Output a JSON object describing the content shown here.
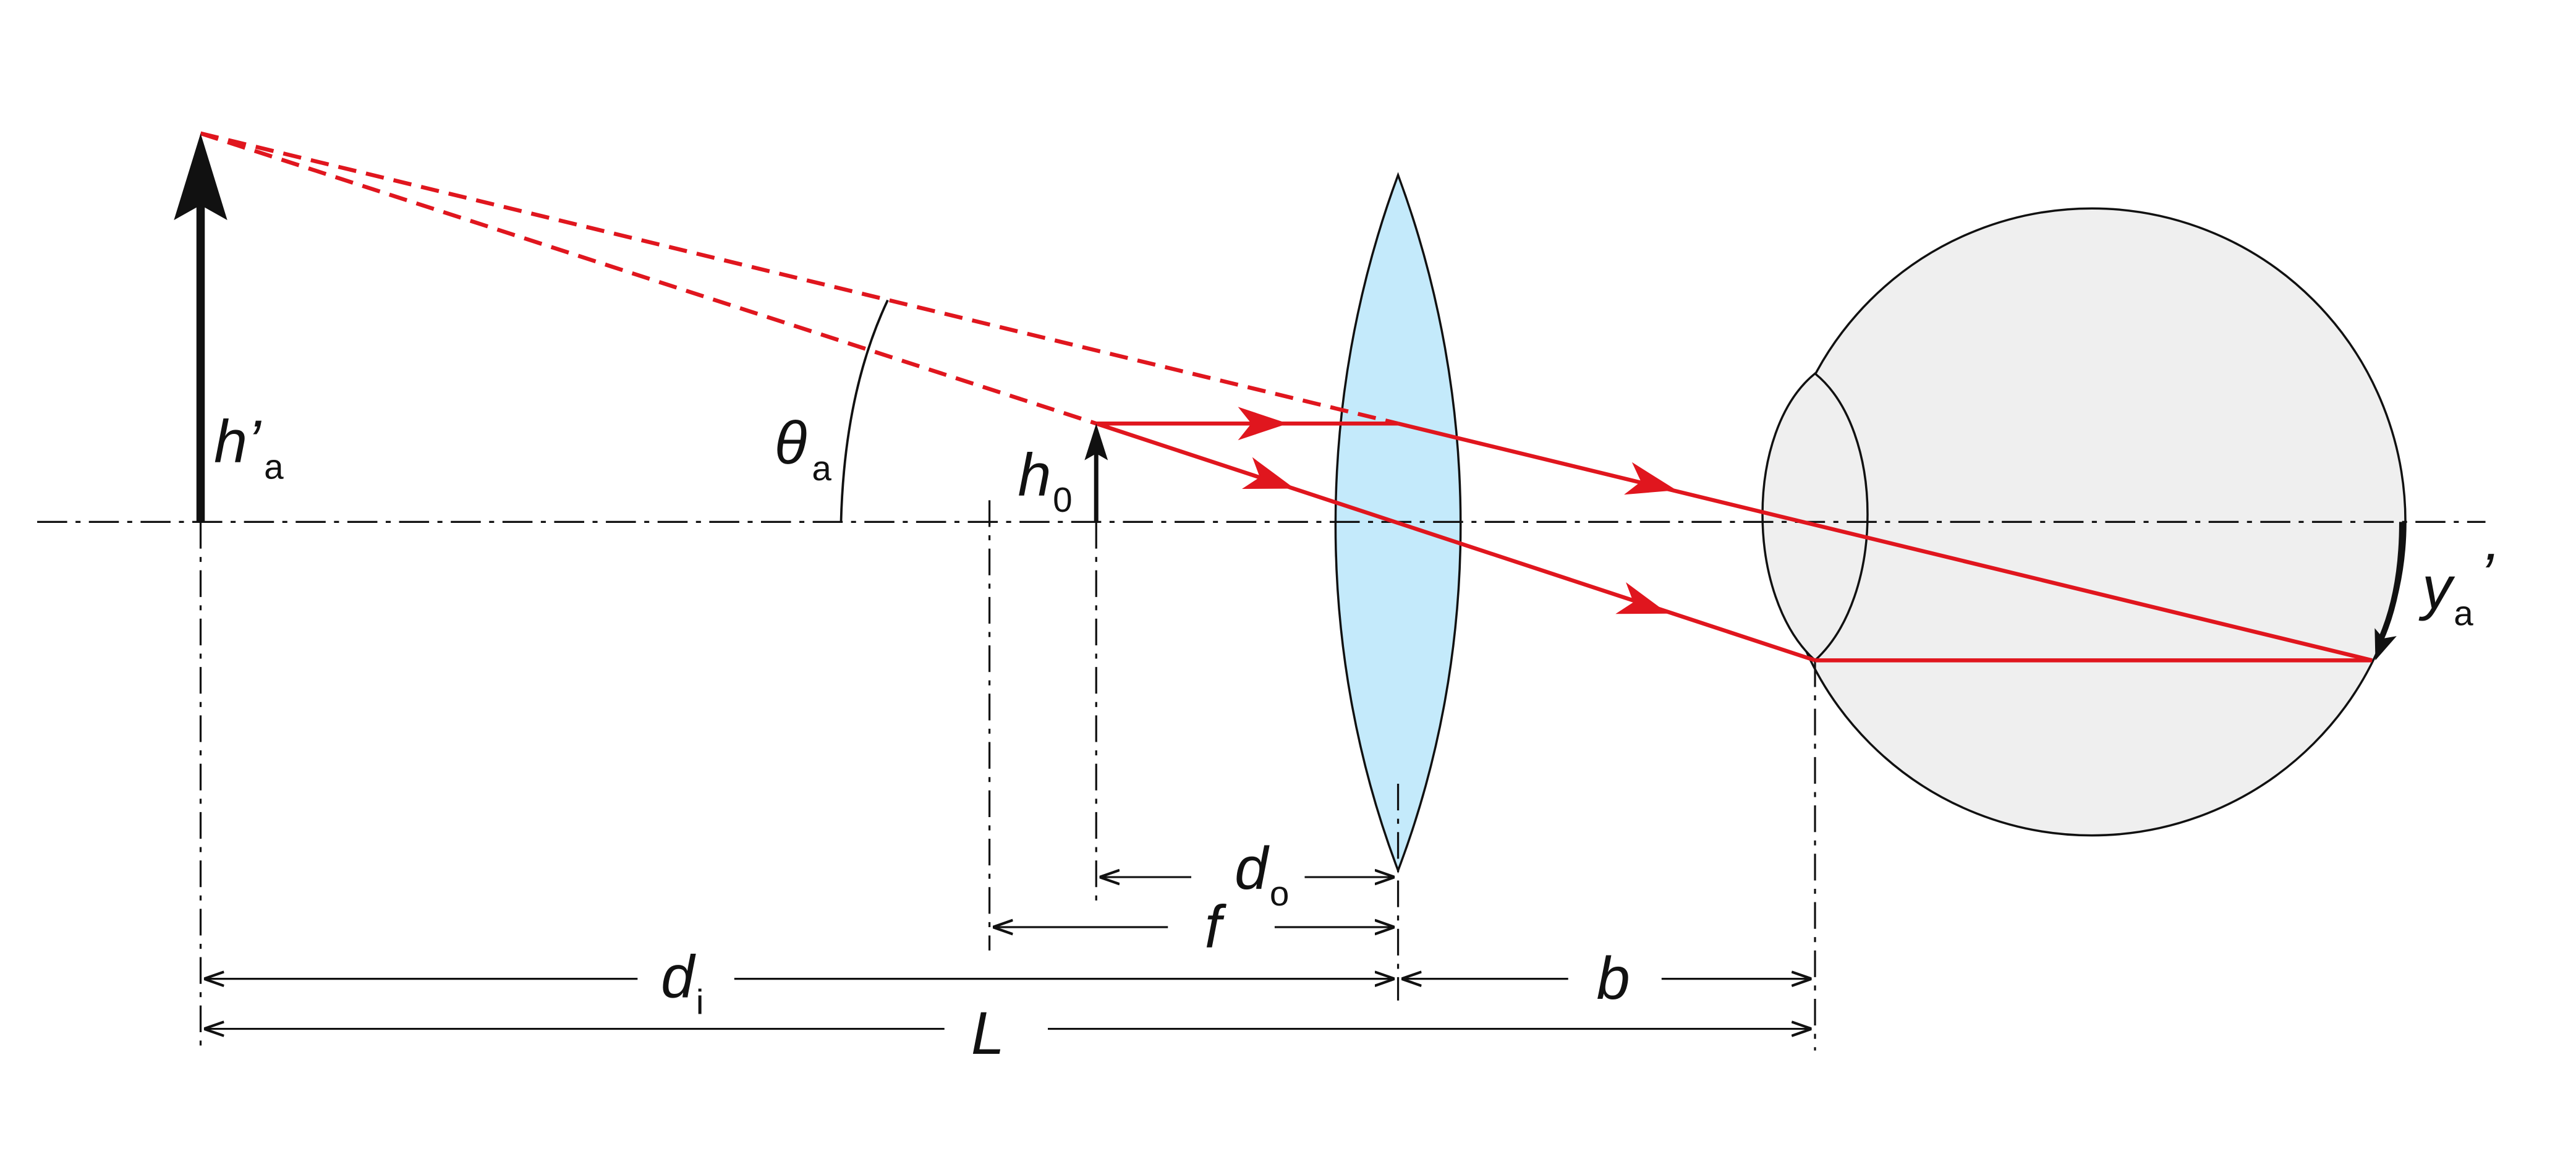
{
  "labels": {
    "h_prime": "h’",
    "h_prime_sub": "a",
    "theta": "θ",
    "theta_sub": "a",
    "h0": "h",
    "h0_sub": "0",
    "d_o": "d",
    "d_o_sub": "o",
    "f": "f",
    "d_i": "d",
    "d_i_sub": "i",
    "b": "b",
    "L": "L",
    "y": "y",
    "y_sub": "a",
    "y_prime_mark": "’"
  },
  "colors": {
    "ray": "#e0161e",
    "lens_fill": "#c4eafb",
    "eye_fill": "#efefef",
    "line": "#111111",
    "background": "#ffffff"
  }
}
